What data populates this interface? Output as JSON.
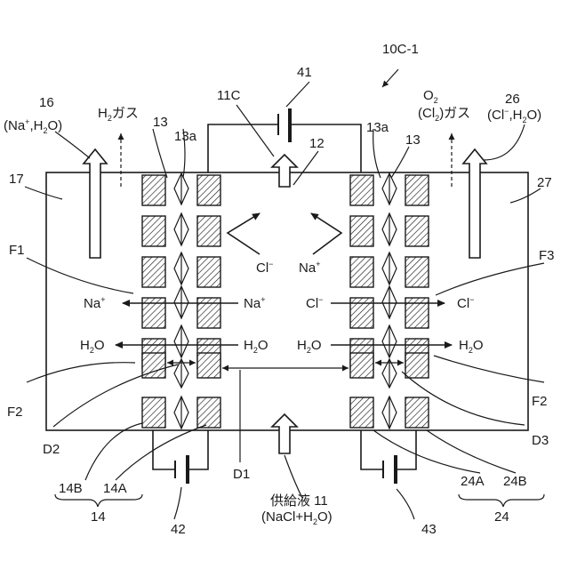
{
  "figure_label": "10C-1",
  "labels": {
    "l41": "41",
    "l11c": "11C",
    "l12": "12",
    "l13": "13",
    "l13a": "13a",
    "l16": "16",
    "l16_detail": "(Na",
    "l16_detail2": ",H",
    "l16_detail3": "O)",
    "l17": "17",
    "l26": "26",
    "l26_detail": "(Cl",
    "l26_detail2": ",H",
    "l26_detail3": "O)",
    "l27": "27",
    "h2gas_a": "H",
    "h2gas_b": "2",
    "h2gas_c": "ガス",
    "o2": "O",
    "o2_sub": "2",
    "cl2gas_a": "(Cl",
    "cl2gas_b": "2",
    "cl2gas_c": ")ガス",
    "f1": "F1",
    "f2": "F2",
    "f3": "F3",
    "d1": "D1",
    "d2": "D2",
    "d3": "D3",
    "l14a": "14A",
    "l14b": "14B",
    "l14": "14",
    "l24a": "24A",
    "l24b": "24B",
    "l24": "24",
    "l42": "42",
    "l43": "43",
    "feed_a": "供給液 11",
    "feed_b": "(NaCl+H",
    "feed_c": "O)",
    "cl_ion": "Cl",
    "na_ion": "Na",
    "na_plus": "+",
    "cl_minus": "−",
    "h2o_a": "H",
    "h2o_sub": "2",
    "h2o_b": "O",
    "sub2": "2"
  }
}
